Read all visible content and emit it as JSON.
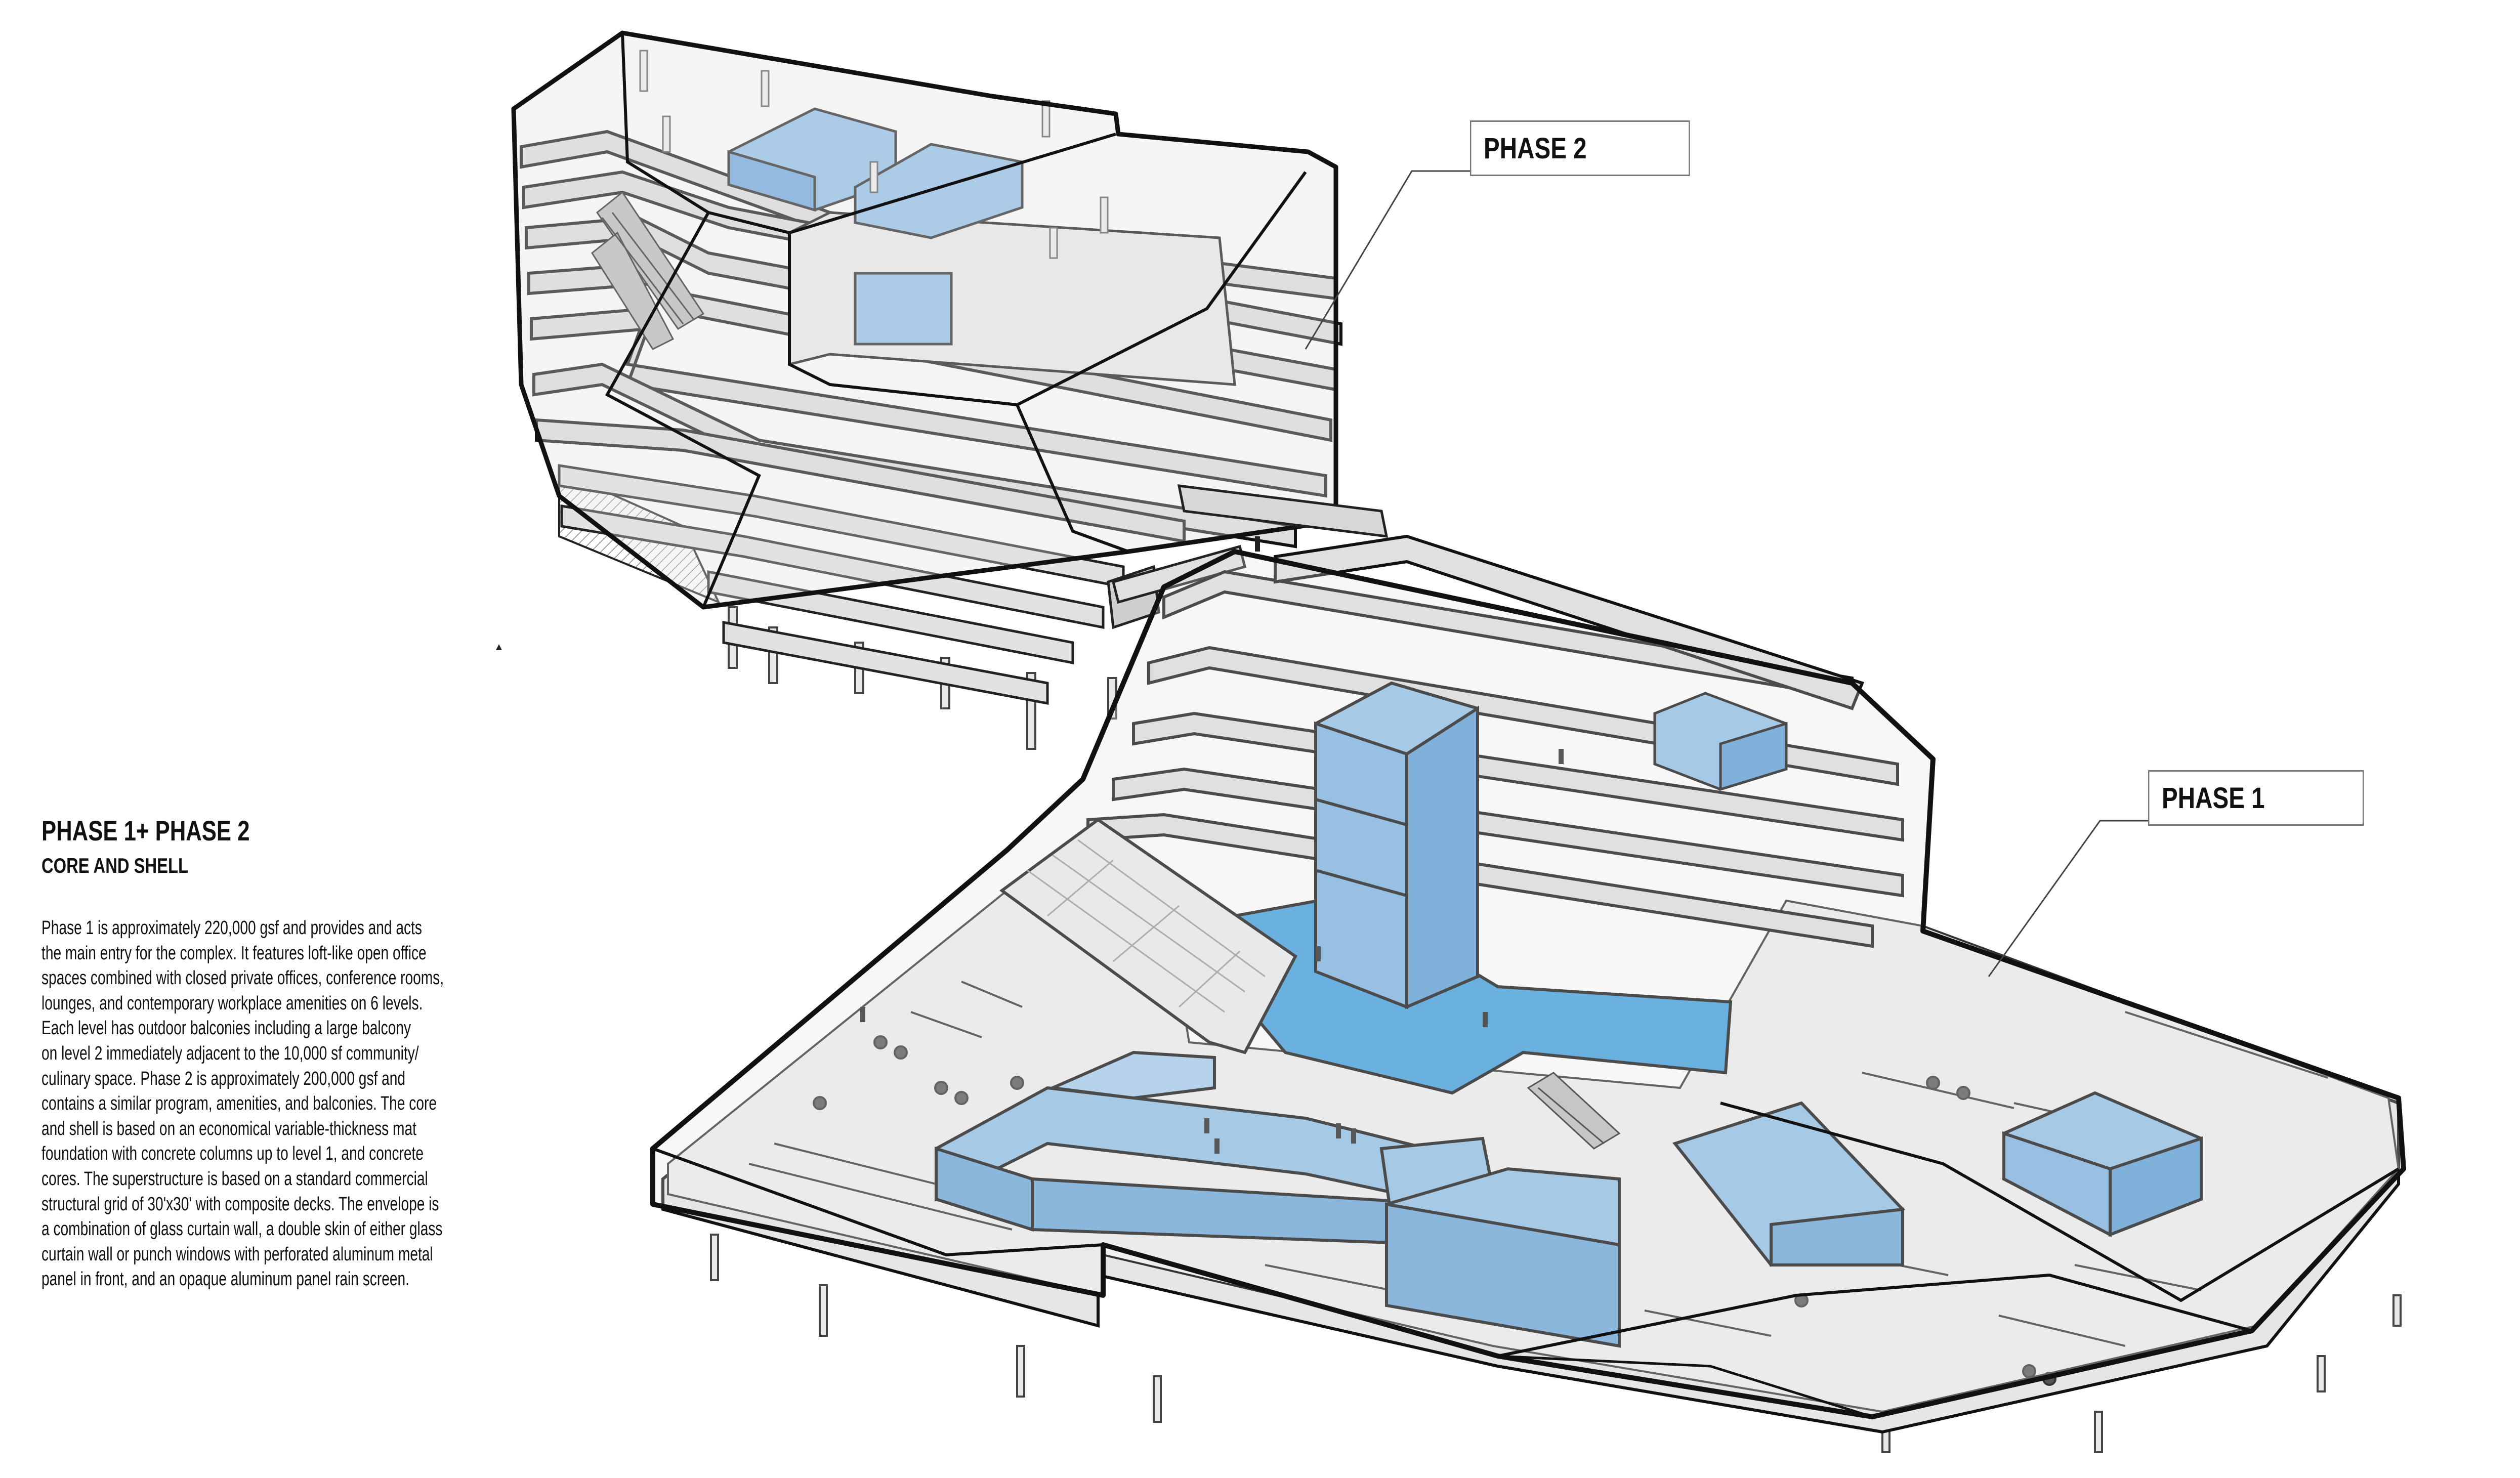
{
  "labels": {
    "phase2": "PHASE 2",
    "phase1": "PHASE 1"
  },
  "text_block": {
    "heading": "PHASE 1+ PHASE 2",
    "subheading": "CORE AND SHELL",
    "body_lines": [
      "Phase 1 is approximately 220,000 gsf and provides and acts",
      "the main entry for the complex. It features loft-like open office",
      "spaces combined with closed private offices, conference rooms,",
      "lounges, and contemporary workplace amenities on 6 levels.",
      "Each level has outdoor balconies including a large balcony",
      "on level 2 immediately adjacent to the 10,000 sf community/",
      "culinary space. Phase 2 is approximately 200,000 gsf and",
      "contains a similar program, amenities, and balconies. The core",
      "and shell is based on an economical variable-thickness mat",
      "foundation with concrete columns up to level 1, and concrete",
      "cores. The superstructure is based on a standard commercial",
      "structural grid of 30'x30' with composite decks. The envelope is",
      "a combination of glass curtain wall, a double skin of either glass",
      "curtain wall or punch windows with perforated aluminum metal",
      "panel in front, and an opaque aluminum panel rain screen."
    ]
  },
  "colors": {
    "core_blue": "#8fbfe6",
    "core_blue_dark": "#5a9ed8",
    "atrium_blue": "#3d9ee0",
    "glass_gray": "#e9e9eb",
    "slab_gray": "#dcdcdc",
    "outline": "#111111"
  }
}
